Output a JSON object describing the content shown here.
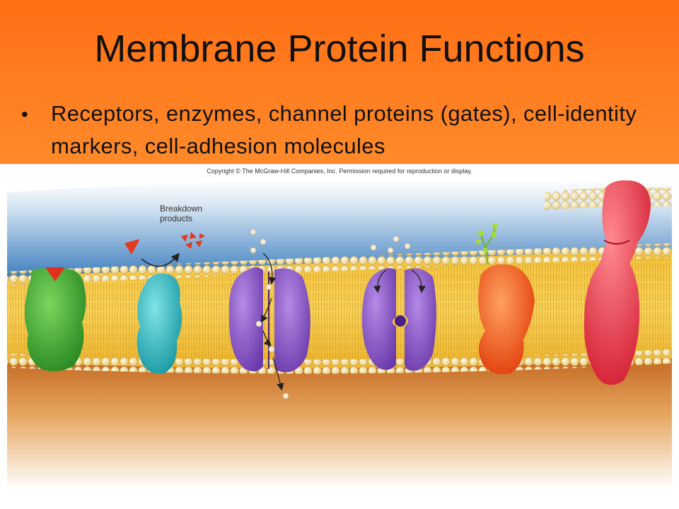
{
  "slide": {
    "title": "Membrane Protein Functions",
    "bullet": "Receptors, enzymes, channel proteins (gates), cell-identity markers, cell-adhesion molecules"
  },
  "figure": {
    "copyright": "Copyright © The McGraw-Hill Companies, Inc. Permission required for reproduction or display.",
    "label_breakdown": "Breakdown products",
    "proteins": [
      {
        "name": "receptor",
        "color": "#3aa62e"
      },
      {
        "name": "enzyme",
        "color": "#2ab8c0"
      },
      {
        "name": "channel-open",
        "color": "#8b55c8"
      },
      {
        "name": "channel-gated",
        "color": "#8b55c8"
      },
      {
        "name": "cell-identity-marker",
        "color": "#f05a1e"
      },
      {
        "name": "cell-adhesion-molecule",
        "color": "#e02a3c"
      }
    ]
  },
  "colors": {
    "header_orange": "#ff7a1c",
    "membrane_yellow": "#f5c842",
    "sky_blue": "#4f8fcc",
    "cytoplasm_brown": "#c8722a"
  }
}
